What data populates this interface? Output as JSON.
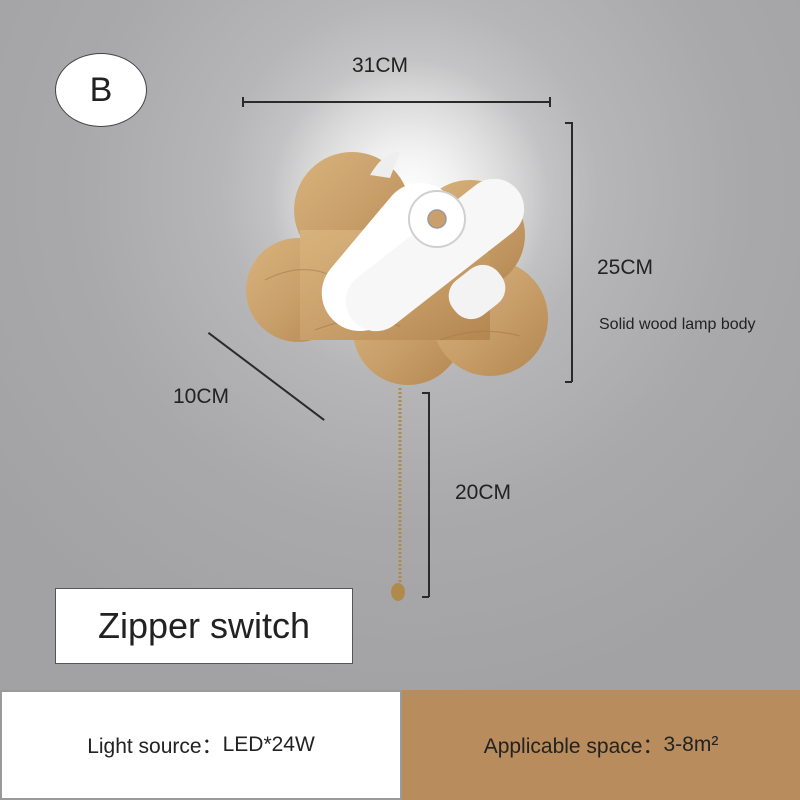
{
  "variant": {
    "letter": "B"
  },
  "dimensions": {
    "width": "31CM",
    "height": "25CM",
    "depth": "10CM",
    "chain_length": "20CM"
  },
  "material_note": "Solid wood lamp body",
  "switch": {
    "label": "Zipper switch"
  },
  "footer": {
    "light_source_label": "Light source：",
    "light_source_value": "LED*24W",
    "space_label": "Applicable space：",
    "space_value": "3-8m²"
  },
  "colors": {
    "wood": "#c9a06b",
    "wood_dark": "#a57d4c",
    "chain": "#b08a4a",
    "shade": "#ffffff",
    "footer_right_bg": "#b88c5c"
  }
}
